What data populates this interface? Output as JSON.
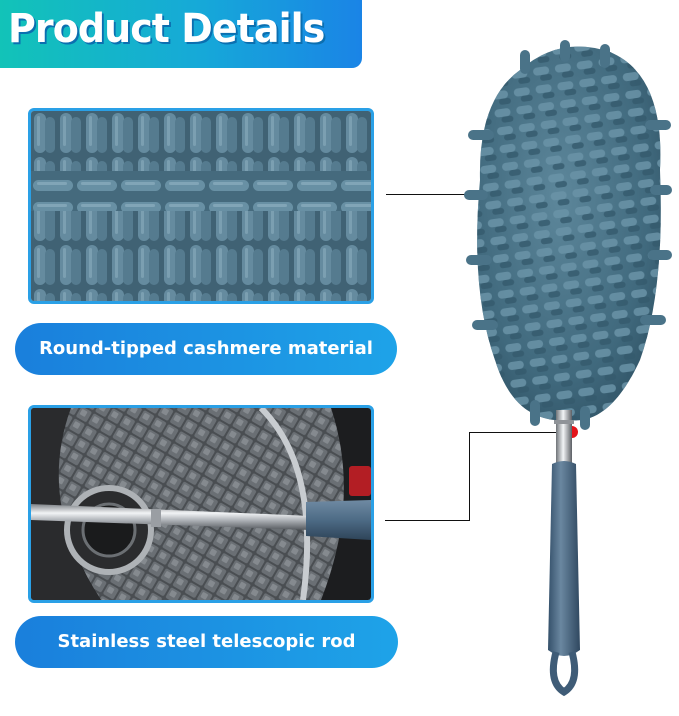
{
  "header": {
    "title": "Product Details"
  },
  "captions": {
    "material": "Round-tipped cashmere material",
    "rod": "Stainless steel telescopic rod"
  },
  "colors": {
    "banner_gradient": [
      "#12c3b8",
      "#1a84e6"
    ],
    "pill": "#1a7fdc",
    "frame_border": "#2aa0e6",
    "chenille": "#3f6a7f",
    "handle": "#4d6b85",
    "marker": "#e3141a"
  }
}
